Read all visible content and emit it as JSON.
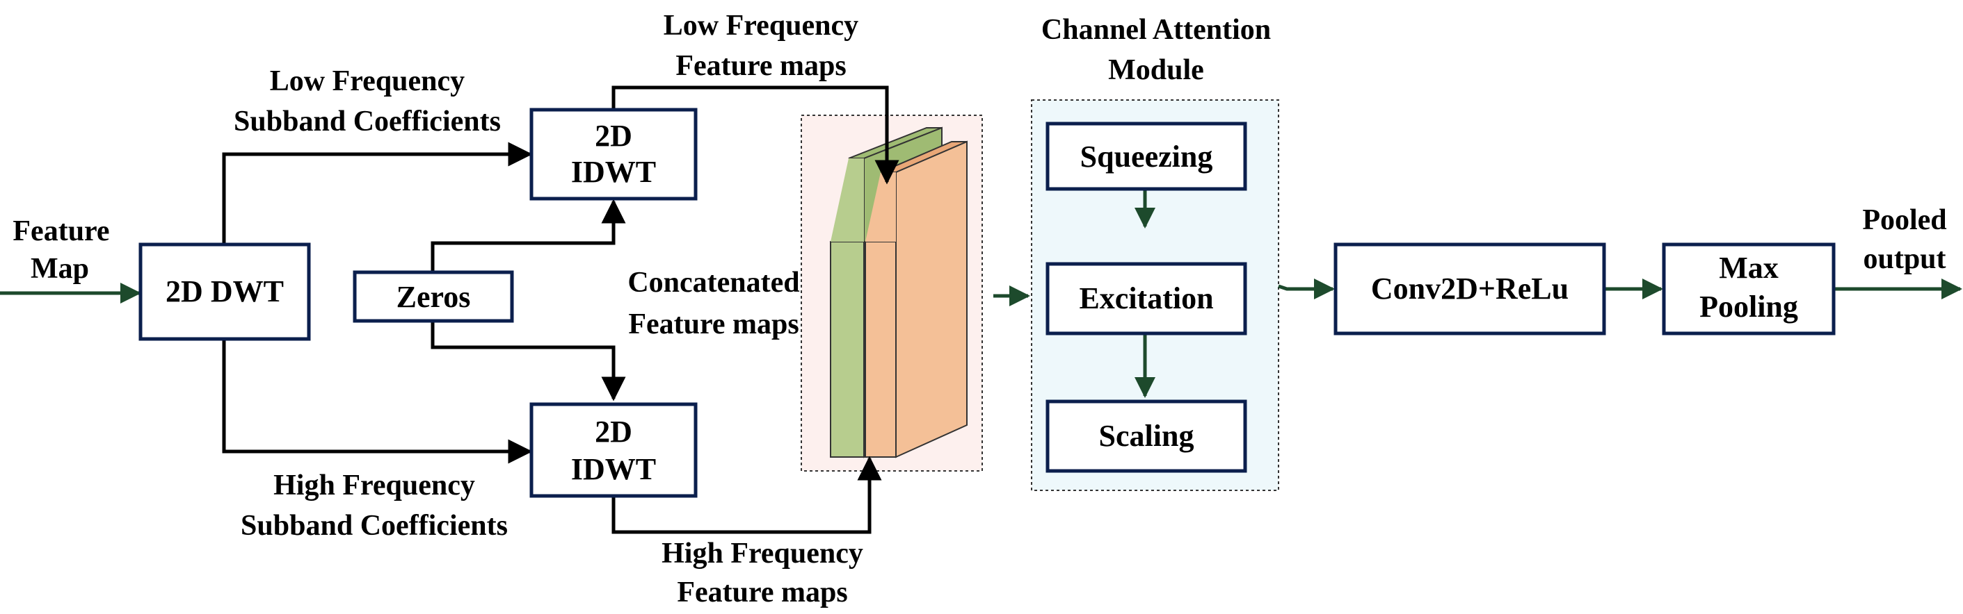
{
  "colors": {
    "box_border": "#0b1f4d",
    "green_arrow": "#1d4a2c",
    "black_arrow": "#000000",
    "concat_bg": "#fdf0ee",
    "attention_bg": "#eef8fb",
    "green_map_front": "#b7cd8e",
    "green_map_side": "#9fbb73",
    "orange_map_front": "#f4c097",
    "orange_map_side": "#e9a777"
  },
  "icons": {
    "feature_map_stack": "stacked-feature-maps-icon"
  },
  "labels": {
    "input": [
      "Feature",
      "Map"
    ],
    "dwt": "2D DWT",
    "zeros": "Zeros",
    "idwt_low": [
      "2D",
      "IDWT"
    ],
    "idwt_high": [
      "2D",
      "IDWT"
    ],
    "low_subband": [
      "Low Frequency",
      "Subband Coefficients"
    ],
    "high_subband": [
      "High Frequency",
      "Subband Coefficients"
    ],
    "low_features": [
      "Low Frequency",
      "Feature maps"
    ],
    "high_features": [
      "High Frequency",
      "Feature maps"
    ],
    "concatenated": [
      "Concatenated",
      "Feature maps"
    ],
    "attention_title": [
      "Channel Attention",
      "Module"
    ],
    "squeezing": "Squeezing",
    "excitation": "Excitation",
    "scaling": "Scaling",
    "conv": "Conv2D+ReLu",
    "pooling": [
      "Max",
      "Pooling"
    ],
    "output": [
      "Pooled",
      "output"
    ]
  }
}
